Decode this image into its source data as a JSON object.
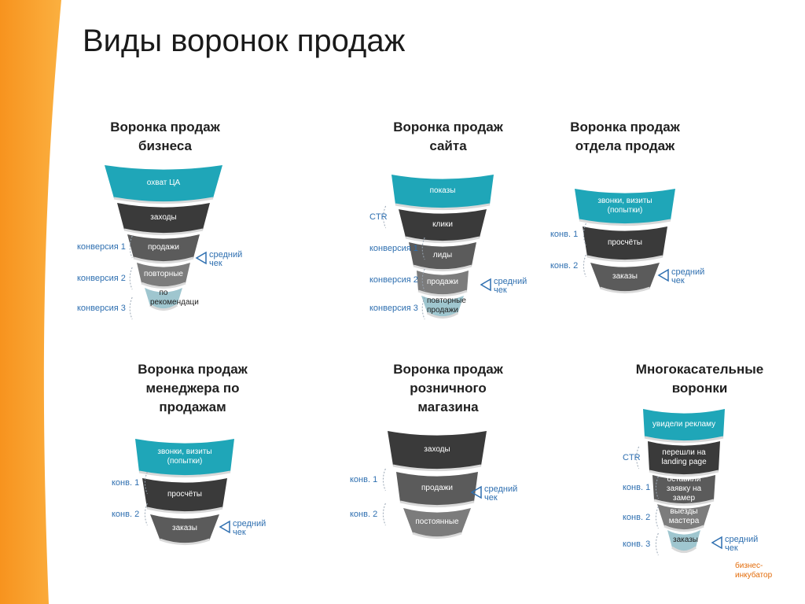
{
  "page": {
    "title": "Виды воронок продаж"
  },
  "brand": {
    "line1": "бизнес-",
    "line2": "инкубатор"
  },
  "colors": {
    "teal": "#1fa6b8",
    "dark": "#3a3a3a",
    "mid": "#5b5b5b",
    "light": "#7c7c7c",
    "pale": "#9fc6cf",
    "accent": "#2e6fb0",
    "orange": "#f39a1f"
  },
  "funnels": [
    {
      "title_lines": [
        "Воронка продаж",
        "бизнеса"
      ],
      "levels": [
        "охват ЦА",
        "заходы",
        "продажи",
        "повторные",
        "по рекомендаци"
      ],
      "left_labels": [
        "конверсия 1",
        "конверсия 2",
        "конверсия 3"
      ],
      "right_note": "средний чек"
    },
    {
      "title_lines": [
        "Воронка продаж",
        "сайта"
      ],
      "levels": [
        "показы",
        "клики",
        "лиды",
        "продажи",
        "повторные продажи"
      ],
      "left_labels": [
        "CTR",
        "конверсия 1",
        "конверсия 2",
        "конверсия 3"
      ],
      "right_note": "средний чек"
    },
    {
      "title_lines": [
        "Воронка продаж",
        "отдела продаж"
      ],
      "levels": [
        "звонки, визиты (попытки)",
        "просчёты",
        "заказы"
      ],
      "left_labels": [
        "конв. 1",
        "конв. 2"
      ],
      "right_note": "средний чек"
    },
    {
      "title_lines": [
        "Воронка продаж",
        "менеджера по",
        "продажам"
      ],
      "levels": [
        "звонки, визиты (попытки)",
        "просчёты",
        "заказы"
      ],
      "left_labels": [
        "конв. 1",
        "конв. 2"
      ],
      "right_note": "средний чек"
    },
    {
      "title_lines": [
        "Воронка продаж",
        "розничного",
        "магазина"
      ],
      "levels": [
        "заходы",
        "продажи",
        "постоянные"
      ],
      "left_labels": [
        "конв. 1",
        "конв. 2"
      ],
      "right_note": "средний чек"
    },
    {
      "title_lines": [
        "Многокасательные",
        "воронки"
      ],
      "levels": [
        "увидели рекламу",
        "перешли на landing page",
        "оставили заявку на замер",
        "выезды мастера",
        "заказы"
      ],
      "left_labels": [
        "CTR",
        "конв. 1",
        "конв. 2",
        "конв. 3"
      ],
      "right_note": "средний чек"
    }
  ]
}
